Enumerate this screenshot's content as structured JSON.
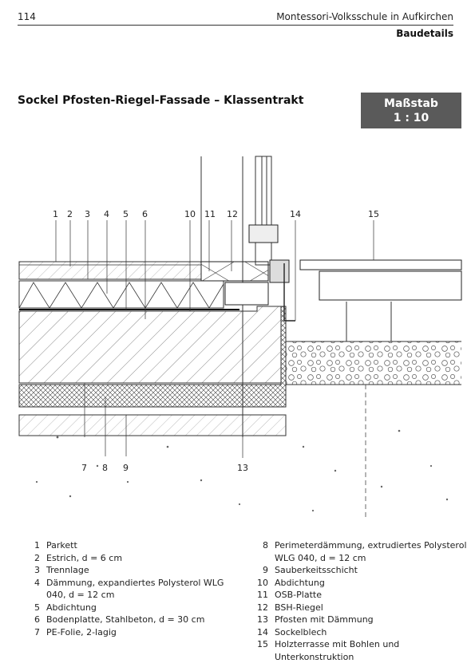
{
  "header": {
    "page_number": "114",
    "running_title": "Montessori-Volksschule in Aufkirchen",
    "section": "Baudetails"
  },
  "title": "Sockel Pfosten-Riegel-Fassade – Klassentrakt",
  "scale": {
    "label": "Maßstab",
    "value": "1 : 10"
  },
  "callouts": [
    "1",
    "2",
    "3",
    "4",
    "5",
    "6",
    "10",
    "11",
    "12",
    "14",
    "15",
    "7",
    "8",
    "9",
    "13"
  ],
  "legend_left": [
    {
      "num": "1",
      "text": "Parkett"
    },
    {
      "num": "2",
      "text": "Estrich, d = 6 cm"
    },
    {
      "num": "3",
      "text": "Trennlage"
    },
    {
      "num": "4",
      "text": "Dämmung, expandiertes Polysterol WLG 040, d = 12 cm"
    },
    {
      "num": "5",
      "text": "Abdichtung"
    },
    {
      "num": "6",
      "text": "Bodenplatte, Stahlbeton, d = 30 cm"
    },
    {
      "num": "7",
      "text": "PE-Folie,  2-lagig"
    }
  ],
  "legend_right": [
    {
      "num": "8",
      "text": "Perimeterdämmung, extrudiertes Polysterol WLG 040, d = 12 cm"
    },
    {
      "num": "9",
      "text": "Sauberkeitsschicht"
    },
    {
      "num": "10",
      "text": "Abdichtung"
    },
    {
      "num": "11",
      "text": "OSB-Platte"
    },
    {
      "num": "12",
      "text": "BSH-Riegel"
    },
    {
      "num": "13",
      "text": "Pfosten mit Dämmung"
    },
    {
      "num": "14",
      "text": "Sockelblech"
    },
    {
      "num": "15",
      "text": "Holzterrasse mit Bohlen und Unterkonstruktion"
    }
  ]
}
